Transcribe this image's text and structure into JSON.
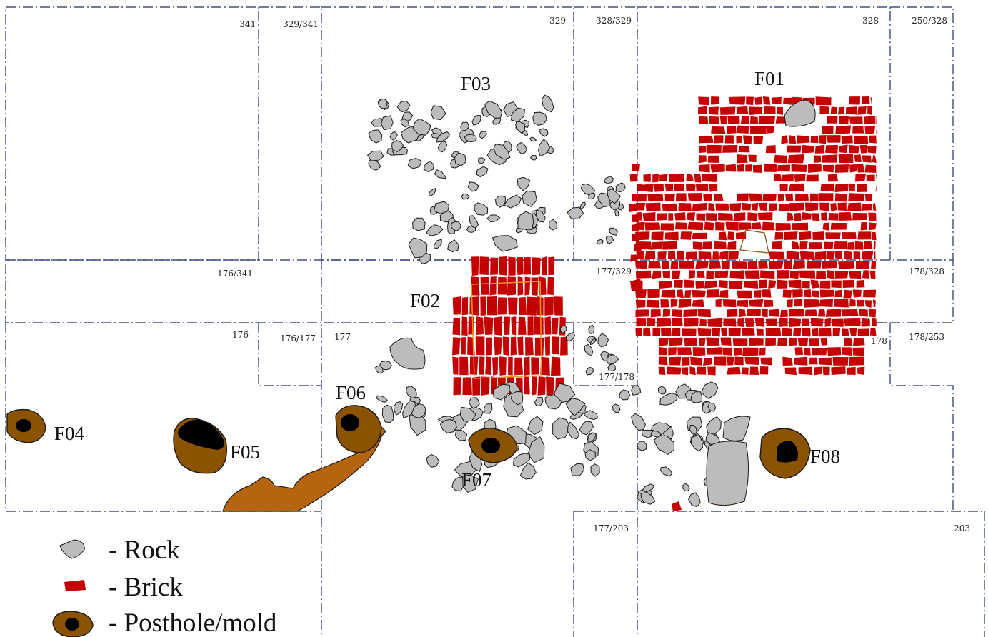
{
  "unit_labels": {
    "u341": "341",
    "u329_341": "329/341",
    "u329": "329",
    "u328_329": "328/329",
    "u328": "328",
    "u250_328": "250/328",
    "u176_341": "176/341",
    "u177_329": "177/329",
    "u178_328": "178/328",
    "u176": "176",
    "u176_177": "176/177",
    "u177": "177",
    "u178": "178",
    "u178_253": "178/253",
    "u177_178": "177/178",
    "u177_203": "177/203",
    "u203": "203"
  },
  "features": {
    "f01": "F01",
    "f02": "F02",
    "f03": "F03",
    "f04": "F04",
    "f05": "F05",
    "f06": "F06",
    "f07": "F07",
    "f08": "F08"
  },
  "legend": {
    "rock": "- Rock",
    "brick": "- Brick",
    "posthole": "- Posthole/mold"
  },
  "colors": {
    "grid": "#1c2a6e",
    "rock": "#bcbcbc",
    "brick": "#c40000",
    "posthole": "#8b5200",
    "trench": "#b5650e"
  }
}
